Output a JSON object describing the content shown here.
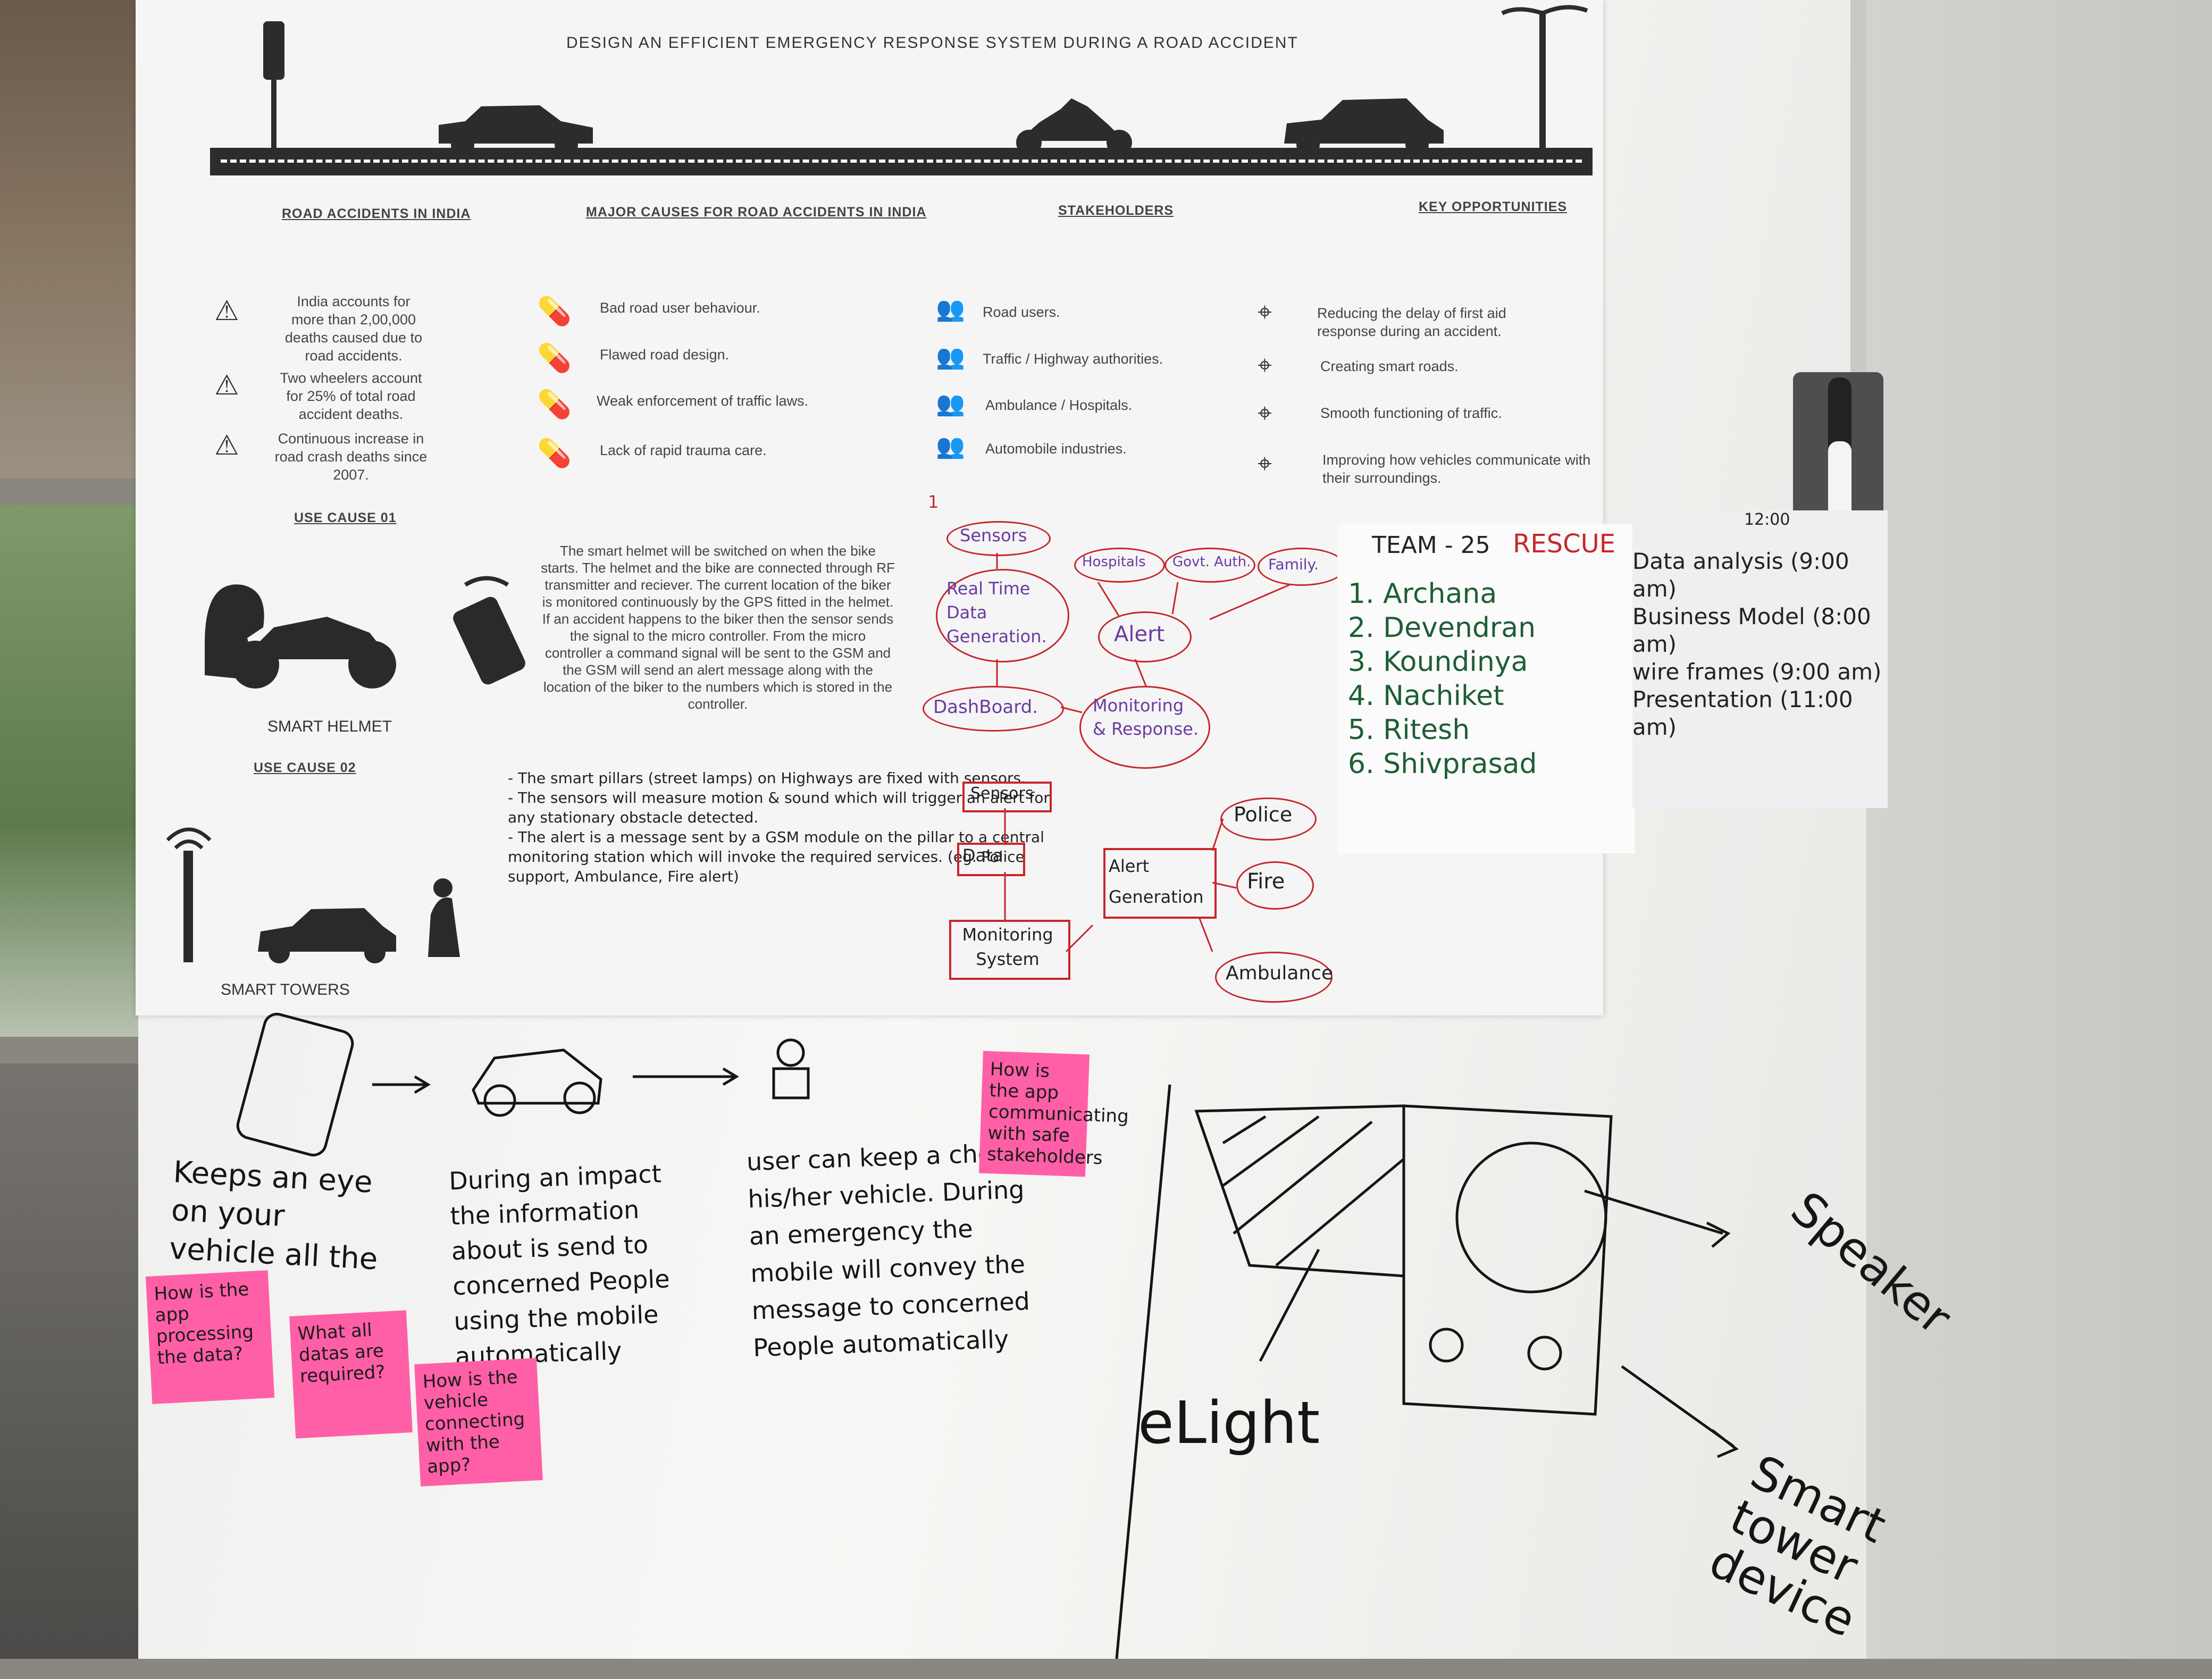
{
  "poster": {
    "title": "DESIGN AN EFFICIENT EMERGENCY RESPONSE SYSTEM DURING A ROAD ACCIDENT",
    "sections": {
      "road_accidents": {
        "header": "ROAD ACCIDENTS IN INDIA",
        "items": [
          "India accounts for more than 2,00,000 deaths caused due to road accidents.",
          "Two wheelers account for 25% of total road accident deaths.",
          "Continuous increase in road crash deaths since 2007."
        ]
      },
      "major_causes": {
        "header": "MAJOR CAUSES FOR ROAD ACCIDENTS IN INDIA",
        "items": [
          "Bad road user behaviour.",
          "Flawed road design.",
          "Weak enforcement of traffic laws.",
          "Lack of rapid trauma care."
        ]
      },
      "stakeholders": {
        "header": "STAKEHOLDERS",
        "items": [
          "Road users.",
          "Traffic / Highway authorities.",
          "Ambulance / Hospitals.",
          "Automobile industries."
        ]
      },
      "key_opportunities": {
        "header": "KEY OPPORTUNITIES",
        "items": [
          "Reducing the delay of first aid response during an accident.",
          "Creating smart roads.",
          "Smooth functioning of traffic.",
          "Improving how vehicles communicate with their surroundings."
        ]
      }
    },
    "use_cause_01": {
      "header": "USE CAUSE 01",
      "caption": "SMART HELMET",
      "description": "The smart helmet will be switched on when the bike starts. The helmet and the bike are connected through RF transmitter and reciever. The current location of the biker is monitored continuously by the GPS fitted in the helmet. If an accident happens to the biker then the sensor sends the signal to the micro controller. From the micro controller a command signal will be sent to the GSM and the GSM will send an alert message along with the location of the biker to the numbers which is stored in the controller."
    },
    "use_cause_02": {
      "header": "USE CAUSE 02",
      "caption": "SMART TOWERS",
      "notes": [
        "- The smart pillars (street lamps) on Highways are fixed with sensors.",
        "- The sensors will measure motion & sound which will trigger an alert for any stationary obstacle detected.",
        "- The alert is a message sent by a GSM module on the pillar to a central monitoring station which will invoke the required services. (eg. Police support, Ambulance, Fire alert)"
      ]
    },
    "flow1": {
      "number": "1",
      "sensors": "Sensors",
      "realtime": "Real Time Data Generation.",
      "dashboard": "DashBoard.",
      "monitoring": "Monitoring & Response.",
      "alert": "Alert",
      "hospitals": "Hospitals",
      "govt": "Govt. Auth.",
      "family": "Family."
    },
    "flow2": {
      "sensors": "Sensors",
      "data": "Data",
      "monitoring": "Monitoring System",
      "alert_gen": "Alert Generation",
      "police": "Police",
      "fire": "Fire",
      "ambulance": "Ambulance"
    }
  },
  "team": {
    "label": "TEAM - 25",
    "name": "RESCUE",
    "members": [
      "1. Archana",
      "2. Devendran",
      "3. Koundinya",
      "4. Nachiket",
      "5. Ritesh",
      "6. Shivprasad"
    ]
  },
  "schedule": {
    "time": "12:00",
    "items": [
      "Data analysis (9:00 am)",
      "Business Model (8:00 am)",
      "wire frames (9:00 am)",
      "Presentation (11:00 am)"
    ]
  },
  "whiteboard": {
    "notes": {
      "keeps_eye": "Keeps an eye on your vehicle all the time",
      "during_impact": "During an impact the information about is send to concerned People using the mobile automatically",
      "user_check": "user can keep a check on his/her vehicle. During an emergency the mobile will convey the message to concerned People automatically",
      "light": "eLight",
      "speaker": "Speaker",
      "smart_tower": "Smart tower device"
    },
    "stickies": [
      "How is the app processing the data?",
      "What all datas are required?",
      "How is the vehicle connecting with the app?",
      "How is the app communicating with safe stakeholders"
    ]
  },
  "colors": {
    "marker_red": "#c6282c",
    "marker_purple": "#6a3aa0",
    "marker_green": "#1e5e34",
    "sticky_pink": "#ff5fa6"
  }
}
